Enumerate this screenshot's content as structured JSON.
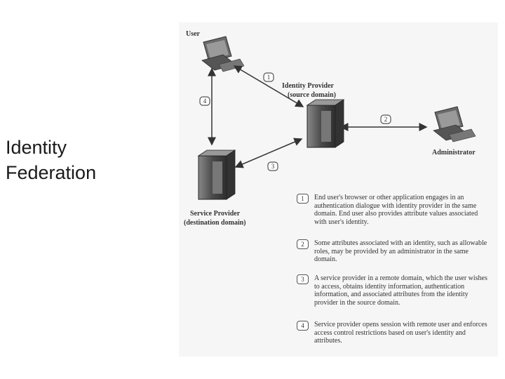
{
  "slide": {
    "title_line1": "Identity",
    "title_line2": "Federation"
  },
  "diagram": {
    "nodes": {
      "user": "User",
      "idp_name": "Identity Provider",
      "idp_domain": "(source domain)",
      "admin": "Administrator",
      "sp_name": "Service Provider",
      "sp_domain": "(destination domain)"
    },
    "arrow_labels": [
      "1",
      "2",
      "3",
      "4"
    ],
    "steps": [
      {
        "num": "1",
        "text": "End user's browser or other application engages in an authentication dialogue with identity provider in the same domain. End user also provides attribute values associated with user's identity."
      },
      {
        "num": "2",
        "text": "Some attributes associated with an identity, such as allowable roles, may be provided by an administrator in the same domain."
      },
      {
        "num": "3",
        "text": "A service provider in a remote domain, which the user wishes to access, obtains identity information, authentication information, and associated attributes from the identity provider in the source domain."
      },
      {
        "num": "4",
        "text": "Service provider opens session with remote user and enforces access control restrictions based on user's identity and attributes."
      }
    ]
  },
  "colors": {
    "arrow": "#333333",
    "computer": "#555555",
    "server": "#4a4a4a"
  }
}
